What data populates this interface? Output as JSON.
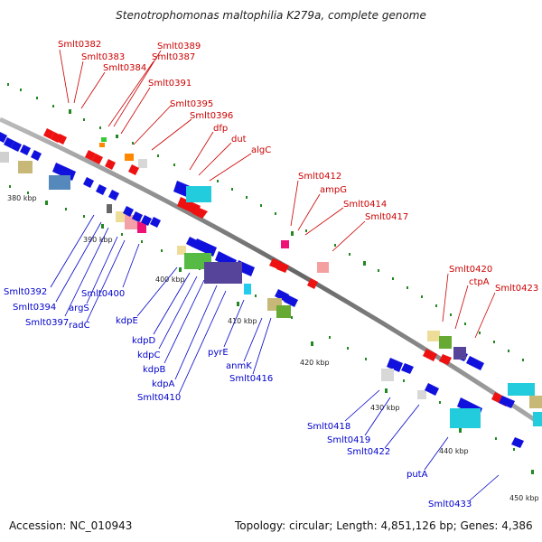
{
  "title": "Stenotrophomonas maltophilia K279a, complete genome",
  "footer": {
    "accession": "Accession: NC_010943",
    "topology": "Topology: circular; Length: 4,851,126 bp; Genes: 4,386"
  },
  "kbp_labels": [
    "380 kbp",
    "390 kbp",
    "400 kbp",
    "410 kbp",
    "420 kbp",
    "430 kbp",
    "440 kbp",
    "450 kbp"
  ],
  "forward_labels": [
    "Smlt0382",
    "Smlt0383",
    "Smlt0384",
    "Smlt0387",
    "Smlt0389",
    "Smlt0391",
    "Smlt0395",
    "Smlt0396",
    "dfp",
    "dut",
    "algC",
    "Smlt0412",
    "ampG",
    "Smlt0414",
    "Smlt0417",
    "Smlt0420",
    "ctpA",
    "Smlt0423"
  ],
  "reverse_labels": [
    "Smlt0392",
    "Smlt0394",
    "Smlt0397",
    "argS",
    "radC",
    "Smlt0400",
    "kdpE",
    "kdpD",
    "kdpC",
    "kdpB",
    "kdpA",
    "Smlt0410",
    "pyrE",
    "anmK",
    "Smlt0416",
    "Smlt0418",
    "Smlt0419",
    "Smlt0422",
    "putA",
    "Smlt0433"
  ],
  "colors": {
    "forward": "#cc0000",
    "reverse": "#0000cc",
    "backbone": "#888888",
    "tick": "#228822"
  }
}
